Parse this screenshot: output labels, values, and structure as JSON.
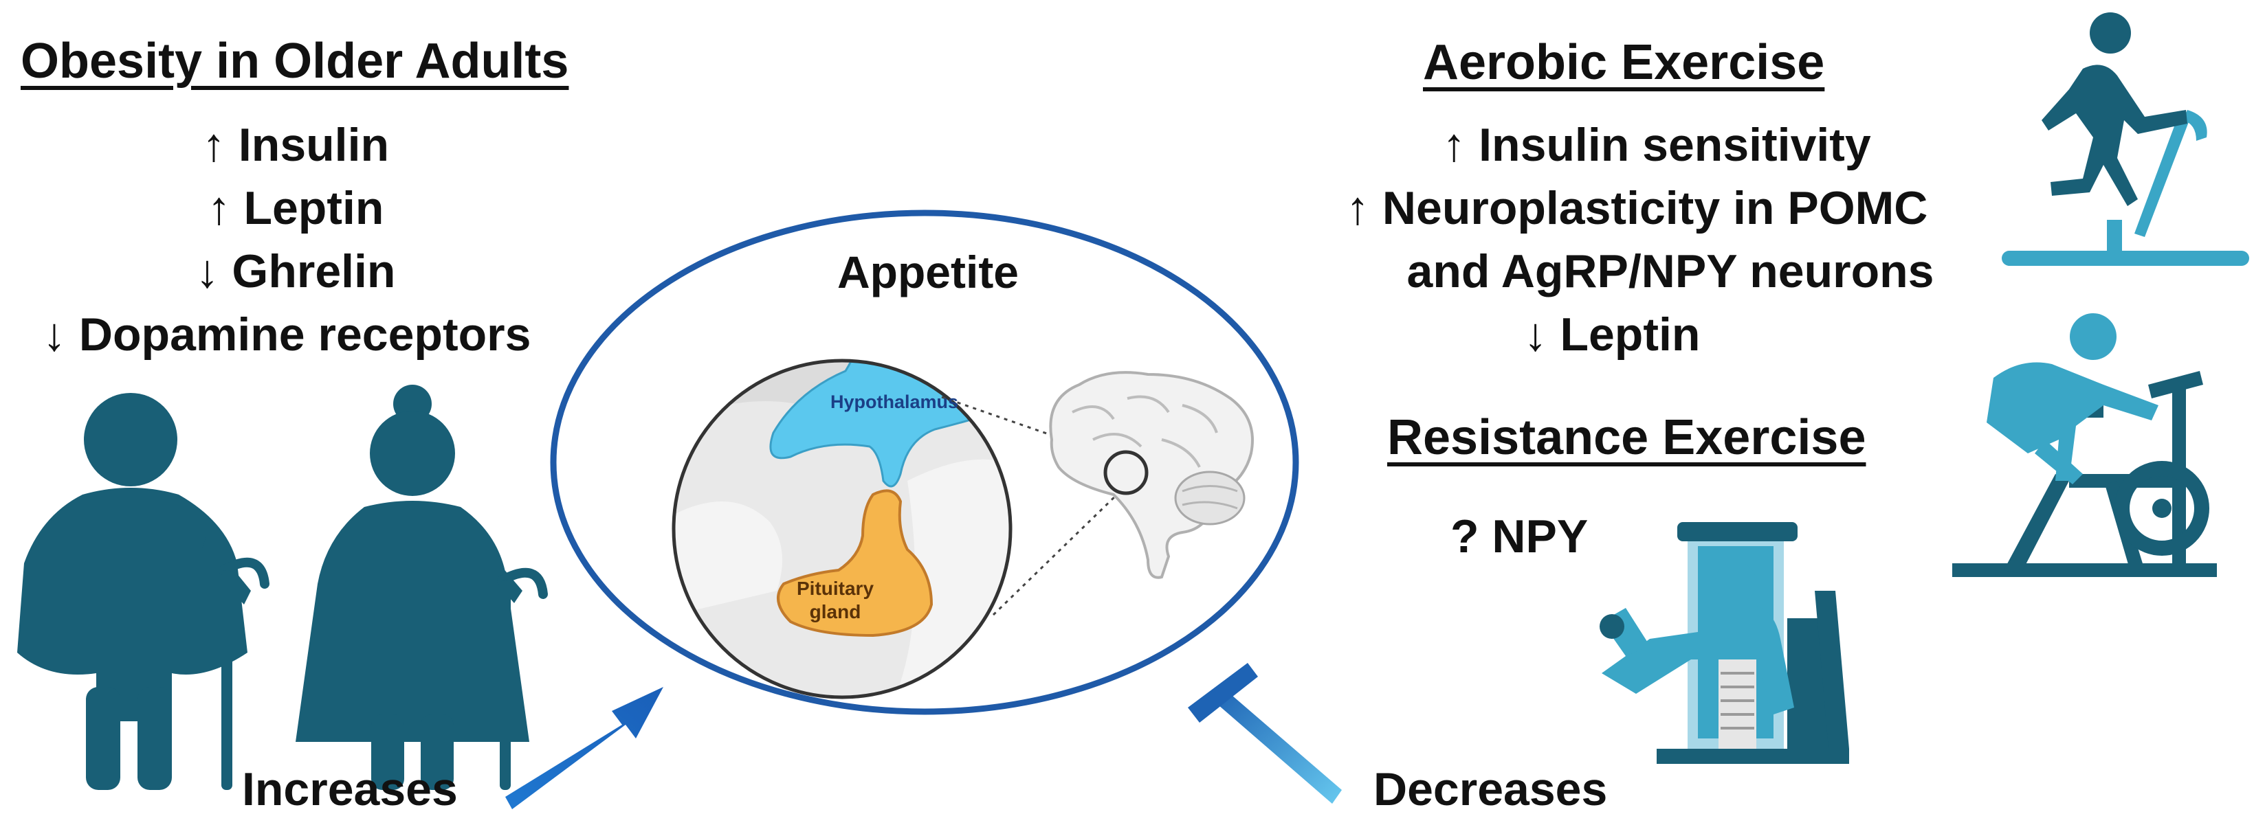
{
  "left_panel": {
    "heading": "Obesity in Older Adults",
    "effects": [
      "↑ Insulin",
      "↑ Leptin",
      "↓ Ghrelin",
      "↓ Dopamine receptors"
    ]
  },
  "center": {
    "title": "Appetite",
    "hypothalamus_label": "Hypothalamus",
    "pituitary_label_1": "Pituitary",
    "pituitary_label_2": "gland"
  },
  "aerobic": {
    "heading": "Aerobic Exercise",
    "effects": [
      "↑ Insulin sensitivity",
      "↑ Neuroplasticity in POMC",
      "and AgRP/NPY neurons",
      "↓ Leptin"
    ]
  },
  "resistance": {
    "heading": "Resistance Exercise",
    "effects": [
      "? NPY"
    ]
  },
  "arrows": {
    "increases_label": "Increases",
    "decreases_label": "Decreases"
  },
  "colors": {
    "figure_teal": "#195f76",
    "equipment_teal": "#3aa6c6",
    "ellipse_blue": "#1f5aa8",
    "hypothalamus": "#5bc8ee",
    "pituitary": "#f5b54c",
    "arrow_blue": "#1f78d1"
  }
}
